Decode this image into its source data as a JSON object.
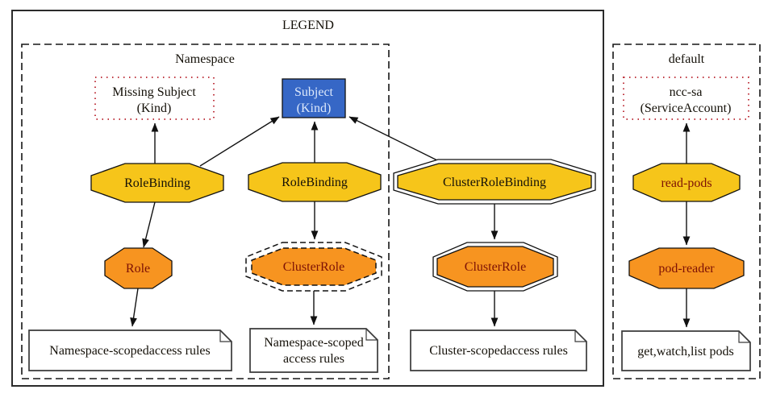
{
  "colors": {
    "gold": "#F6C51A",
    "orange": "#F79420",
    "subject_blue": "#3667C6",
    "subject_text": "#DCE8FB",
    "red_dotted_border": "#C03A43",
    "maroon_text": "#7D1105",
    "black_text": "#141008"
  },
  "legend": {
    "title": "LEGEND"
  },
  "clusters": {
    "namespace": {
      "label": "Namespace"
    },
    "default_ns": {
      "label": "default"
    }
  },
  "nodes": {
    "missing_subject": {
      "line1": "Missing Subject",
      "line2": "(Kind)"
    },
    "subject": {
      "line1": "Subject",
      "line2": "(Kind)"
    },
    "rolebinding_left": {
      "label": "RoleBinding"
    },
    "rolebinding_mid": {
      "label": "RoleBinding"
    },
    "clusterrolebinding": {
      "label": "ClusterRoleBinding"
    },
    "role": {
      "label": "Role"
    },
    "clusterrole_dashed": {
      "label": "ClusterRole"
    },
    "clusterrole_double": {
      "label": "ClusterRole"
    },
    "ncc_sa": {
      "line1": "ncc-sa",
      "line2": "(ServiceAccount)"
    },
    "read_pods": {
      "label": "read-pods"
    },
    "pod_reader": {
      "label": "pod-reader"
    },
    "note_role_rules": {
      "line1": "Namespace-scopedaccess rules"
    },
    "note_clusterrole_ns_rules": {
      "line1": "Namespace-scoped",
      "line2": "access rules"
    },
    "note_cluster_rules": {
      "line1": "Cluster-scopedaccess rules"
    },
    "note_pod_rules": {
      "line1": "get,watch,list pods"
    }
  }
}
